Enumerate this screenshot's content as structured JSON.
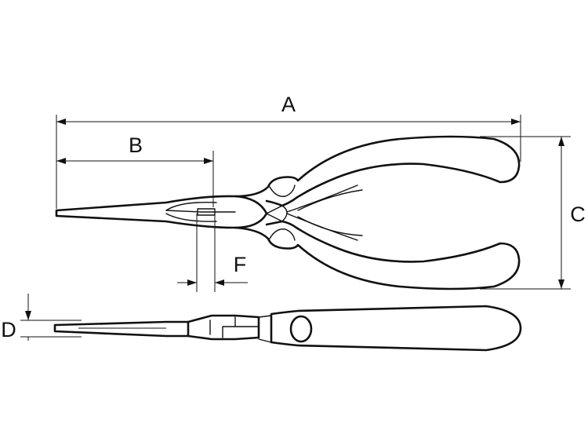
{
  "labels": {
    "A": "A",
    "B": "B",
    "C": "C",
    "D": "D",
    "F": "F"
  }
}
